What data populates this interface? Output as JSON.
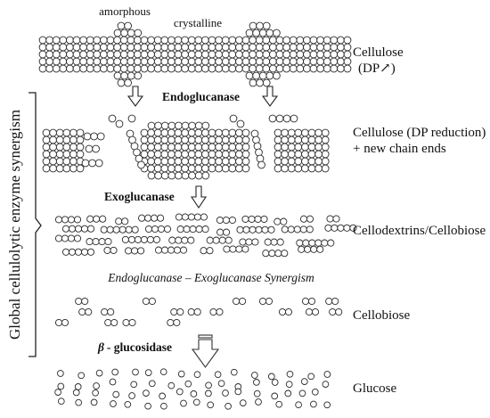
{
  "labels": {
    "amorphous": "amorphous",
    "crystalline": "crystalline",
    "cellulose": "Cellulose",
    "dp_up": "(DP↗)",
    "endoglucanase": "Endoglucanase",
    "cellulose_dp_reduction": "Cellulose (DP reduction)",
    "new_chain_ends": "+ new chain ends",
    "exoglucanase": "Exoglucanase",
    "cellodextrins": "Cellodextrins/Cellobiose",
    "synergism": "Endoglucanase – Exoglucanase Synergism",
    "cellobiose": "Cellobiose",
    "beta_prefix": "β",
    "beta_glucosidase": "- glucosidase",
    "glucose": "Glucose",
    "global_synergism": "Global cellulolytic enzyme synergism"
  },
  "colors": {
    "stroke": "#2a2a2a",
    "fill": "#ffffff",
    "text": "#111111"
  }
}
